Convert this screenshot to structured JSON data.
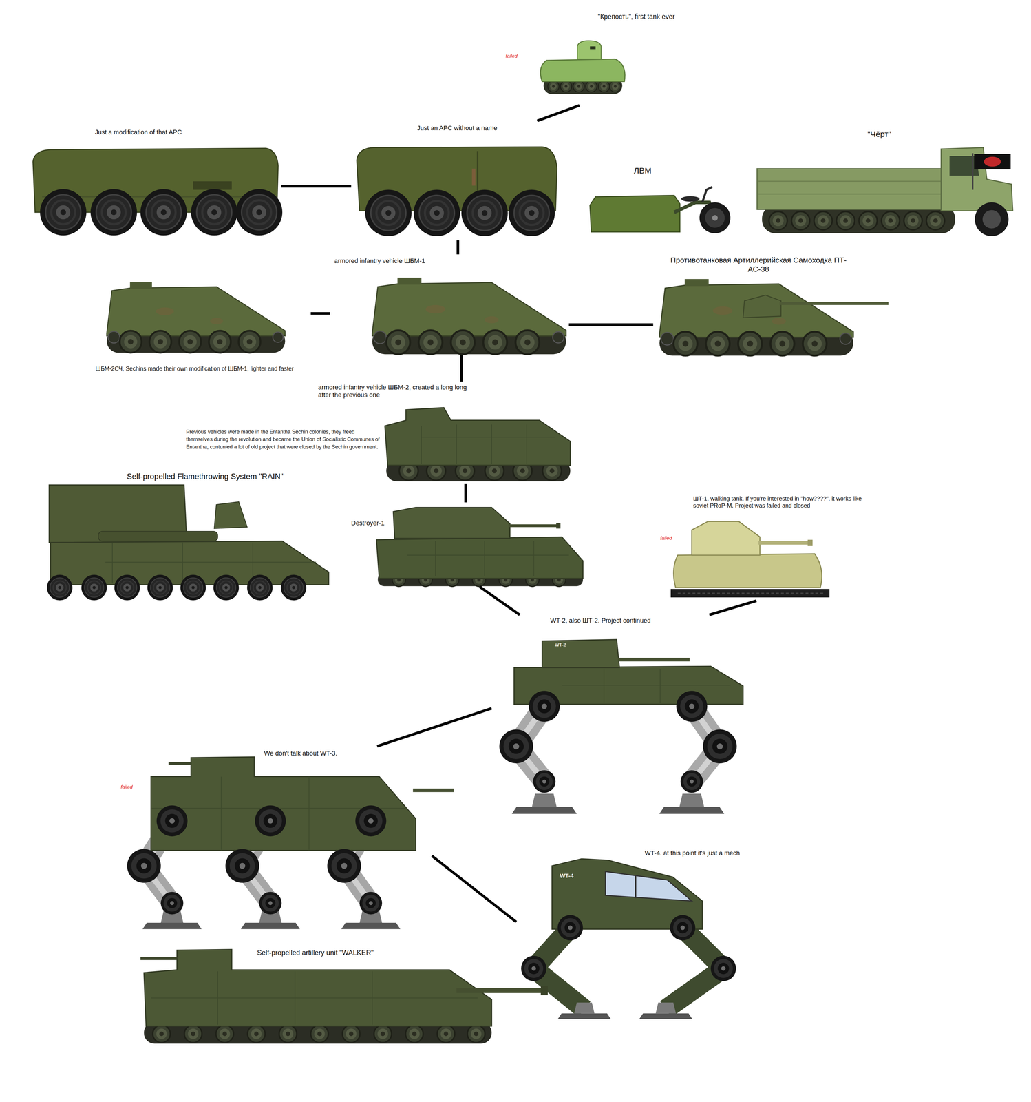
{
  "diagram": {
    "nodes": [
      {
        "text": [
          "\"Крепость\", first tank ever",
          "failed"
        ]
      },
      {
        "text": [
          "Just a modification of that APC"
        ]
      },
      {
        "text": [
          "Just an APC without a name"
        ]
      },
      {
        "text": [
          "ЛВМ"
        ]
      },
      {
        "text": [
          "\"Чёрт\""
        ]
      },
      {
        "text": [
          "armored infantry vehicle ШБМ-1"
        ]
      },
      {
        "text": [
          "ШБМ-2СЧ, Sechins made their own modification of ШБМ-1, lighter and faster"
        ]
      },
      {
        "text": [
          "Противотанковая Артиллерийская Самоходка ПТ-АС-38"
        ]
      },
      {
        "text": [
          "armored infantry vehicle ШБМ-2, created a long long after the previous one"
        ]
      },
      {
        "text": [
          "Destroyer-1"
        ]
      },
      {
        "text": [
          "Self-propelled Flamethrowing System \"RAIN\""
        ]
      },
      {
        "text": [
          "ШТ-1, walking tank. If you're interested in \"how????\", it works like soviet PRoP-M. Project was failed and closed",
          "failed"
        ]
      },
      {
        "text": [
          "WT-2, also ШТ-2. Project continued"
        ]
      },
      {
        "text": [
          "We don't talk about WT-3.",
          "failed"
        ]
      },
      {
        "text": [
          "WT-4. at this point it's just a mech"
        ]
      },
      {
        "text": [
          "Self-propelled artillery unit \"WALKER\""
        ]
      }
    ],
    "edges": [
      {
        "from": 0,
        "to": 2,
        "arrow": "none"
      },
      {
        "from": 1,
        "to": 2,
        "arrow": "none"
      },
      {
        "from": 2,
        "to": 5,
        "arrow": "none"
      },
      {
        "from": 6,
        "to": 5,
        "arrow": "none"
      },
      {
        "from": 5,
        "to": 7,
        "arrow": "none"
      },
      {
        "from": 5,
        "to": 8,
        "arrow": "none"
      },
      {
        "from": 8,
        "to": 9,
        "arrow": "none"
      },
      {
        "from": 9,
        "to": 12,
        "arrow": "none"
      },
      {
        "from": 11,
        "to": 12,
        "arrow": "none"
      },
      {
        "from": 12,
        "to": 13,
        "arrow": "none"
      },
      {
        "from": 13,
        "to": 14,
        "arrow": "none"
      }
    ],
    "labels": [
      "Previous vehicles were made in the Entantha Sechin colonies, they freed themselves during the revolution and became the Union of Socialistic Communes of Entantha, contunied a lot of old project that were closed by the Sechin government.",
      "WT-2",
      "WT-4"
    ]
  }
}
